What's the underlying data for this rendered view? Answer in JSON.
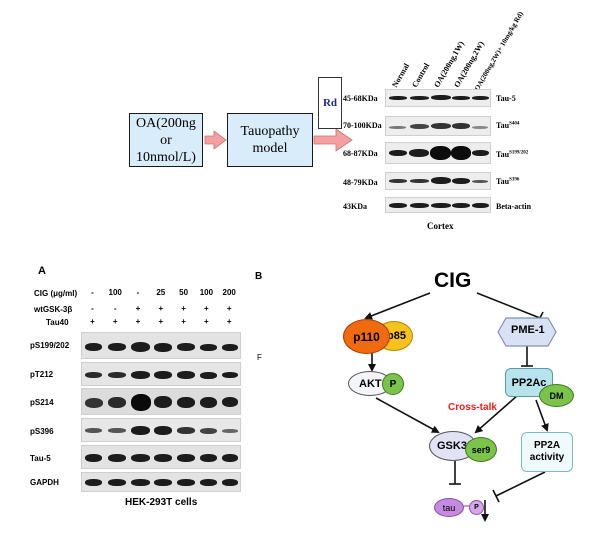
{
  "top": {
    "oa_box": "OA(200ng or 10nmol/L)",
    "model_box": "Tauopathy model",
    "rd_box": "Rd",
    "col_labels": [
      "Normal",
      "Control",
      "OA(200ng,1W)",
      "OA(200ng,2W)",
      "OA(200ng,2W)+ 10mg/kg Rd)"
    ],
    "rows": [
      {
        "kda": "45-68KDa",
        "name": "Tau-5"
      },
      {
        "kda": "70-100KDa",
        "name": "Tau",
        "sup": "S404"
      },
      {
        "kda": "68-87KDa",
        "name": "Tau",
        "sup": "S199/202"
      },
      {
        "kda": "48-79KDa",
        "name": "Tau",
        "sup": "S396"
      },
      {
        "kda": "43KDa",
        "name": "Beta-actin"
      }
    ],
    "caption": "Cortex"
  },
  "panel_a": {
    "letter": "A",
    "cond_rows": [
      {
        "label": "CIG (μg/ml)",
        "vals": [
          "-",
          "100",
          "-",
          "25",
          "50",
          "100",
          "200"
        ]
      },
      {
        "label": "wtGSK-3β",
        "vals": [
          "-",
          "-",
          "+",
          "+",
          "+",
          "+",
          "+"
        ]
      },
      {
        "label": "Tau40",
        "vals": [
          "+",
          "+",
          "+",
          "+",
          "+",
          "+",
          "+"
        ]
      }
    ],
    "blot_labels": [
      "pS199/202",
      "pT212",
      "pS214",
      "pS396",
      "Tau-5",
      "GAPDH"
    ],
    "caption": "HEK-293T cells"
  },
  "panel_b": {
    "letter": "B",
    "stray_letter": "F",
    "cig": "CIG",
    "p110": "p110",
    "p85": "p85",
    "pme1": "PME-1",
    "akt": "AKT",
    "p": "P",
    "pp2ac": "PP2Ac",
    "dm": "DM",
    "crosstalk": "Cross-talk",
    "gsk3b": "GSK3β",
    "ser9": "ser9",
    "pp2a_activity": "PP2A activity",
    "tau": "tau",
    "tau_p": "P"
  },
  "colors": {
    "box_fill": "#d8ecfa",
    "arrow_pink": "#f4a0a0",
    "p110": "#f06a10",
    "p85": "#f7c21e",
    "pme1": "#d9e2f4",
    "green": "#7cc34a",
    "pp2ac": "#b7e3ec",
    "crosstalk": "#e8201c",
    "gsk": "#e2e2f7",
    "tau": "#c58be0"
  }
}
